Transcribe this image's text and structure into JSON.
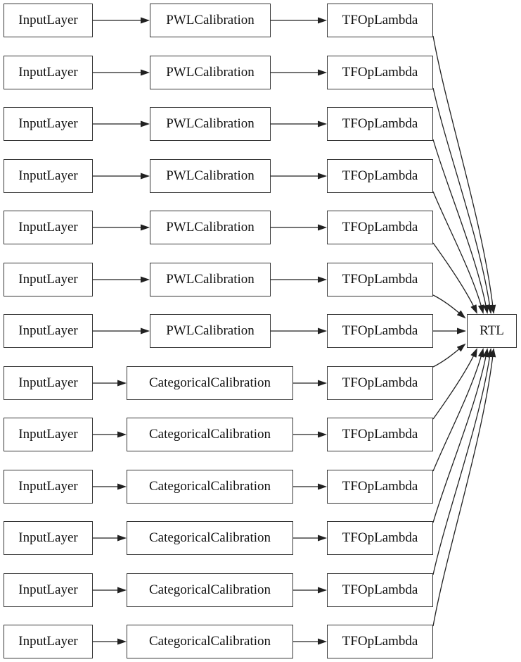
{
  "diagram": {
    "rtl": "RTL",
    "rows": [
      {
        "input": "InputLayer",
        "calibration": "PWLCalibration",
        "lambda": "TFOpLambda"
      },
      {
        "input": "InputLayer",
        "calibration": "PWLCalibration",
        "lambda": "TFOpLambda"
      },
      {
        "input": "InputLayer",
        "calibration": "PWLCalibration",
        "lambda": "TFOpLambda"
      },
      {
        "input": "InputLayer",
        "calibration": "PWLCalibration",
        "lambda": "TFOpLambda"
      },
      {
        "input": "InputLayer",
        "calibration": "PWLCalibration",
        "lambda": "TFOpLambda"
      },
      {
        "input": "InputLayer",
        "calibration": "PWLCalibration",
        "lambda": "TFOpLambda"
      },
      {
        "input": "InputLayer",
        "calibration": "PWLCalibration",
        "lambda": "TFOpLambda"
      },
      {
        "input": "InputLayer",
        "calibration": "CategoricalCalibration",
        "lambda": "TFOpLambda"
      },
      {
        "input": "InputLayer",
        "calibration": "CategoricalCalibration",
        "lambda": "TFOpLambda"
      },
      {
        "input": "InputLayer",
        "calibration": "CategoricalCalibration",
        "lambda": "TFOpLambda"
      },
      {
        "input": "InputLayer",
        "calibration": "CategoricalCalibration",
        "lambda": "TFOpLambda"
      },
      {
        "input": "InputLayer",
        "calibration": "CategoricalCalibration",
        "lambda": "TFOpLambda"
      },
      {
        "input": "InputLayer",
        "calibration": "CategoricalCalibration",
        "lambda": "TFOpLambda"
      }
    ]
  },
  "colors": {
    "background": "#ffffff",
    "node_fill": "#ffffff",
    "node_border": "#363636",
    "edge": "#212121",
    "text": "#111111"
  }
}
